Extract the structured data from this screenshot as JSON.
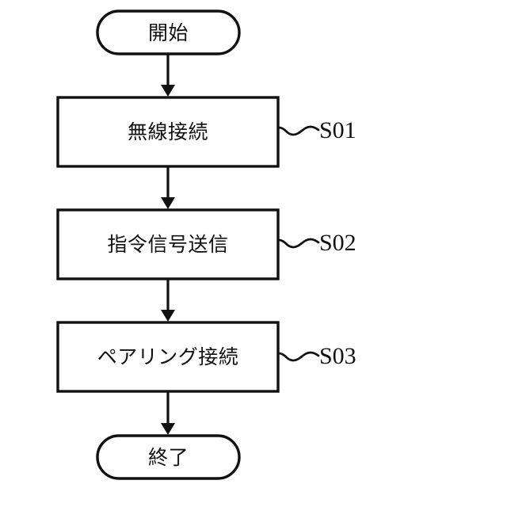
{
  "diagram": {
    "type": "flowchart",
    "orientation": "vertical",
    "background_color": "#ffffff",
    "stroke_color": "#111111",
    "fill_color": "#ffffff",
    "nodes": [
      {
        "id": "start",
        "shape": "terminator",
        "label": "開始",
        "step": ""
      },
      {
        "id": "s01",
        "shape": "process",
        "label": "無線接続",
        "step": "S01"
      },
      {
        "id": "s02",
        "shape": "process",
        "label": "指令信号送信",
        "step": "S02"
      },
      {
        "id": "s03",
        "shape": "process",
        "label": "ペアリング接続",
        "step": "S03"
      },
      {
        "id": "end",
        "shape": "terminator",
        "label": "終了",
        "step": ""
      }
    ],
    "edges": [
      {
        "from": "start",
        "to": "s01",
        "arrow": "filled-triangle"
      },
      {
        "from": "s01",
        "to": "s02",
        "arrow": "filled-triangle"
      },
      {
        "from": "s02",
        "to": "s03",
        "arrow": "filled-triangle"
      },
      {
        "from": "s03",
        "to": "end",
        "arrow": "filled-triangle"
      }
    ],
    "leaders": [
      {
        "for": "s01",
        "label": "S01",
        "style": "wavy"
      },
      {
        "for": "s02",
        "label": "S02",
        "style": "wavy"
      },
      {
        "for": "s03",
        "label": "S03",
        "style": "wavy"
      }
    ]
  }
}
